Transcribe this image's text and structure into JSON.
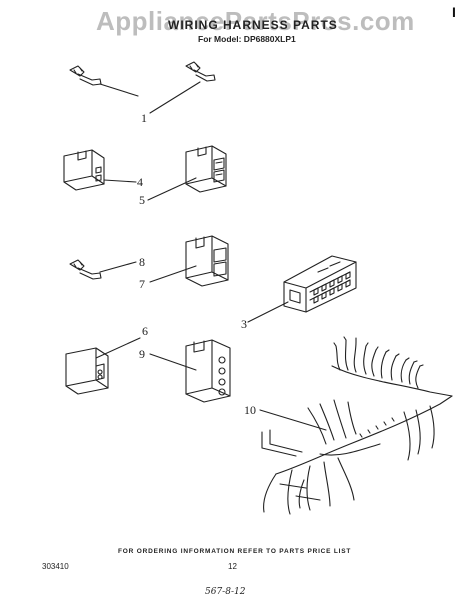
{
  "header": {
    "watermark": "AppliancePartsPros.com",
    "title": "WIRING HARNESS PARTS",
    "subtitle": "For Model: DP6880XLP1",
    "corner_mark": "I"
  },
  "callouts": [
    {
      "id": "part-1",
      "label": "1"
    },
    {
      "id": "part-4",
      "label": "4"
    },
    {
      "id": "part-5",
      "label": "5"
    },
    {
      "id": "part-8",
      "label": "8"
    },
    {
      "id": "part-7",
      "label": "7"
    },
    {
      "id": "part-3",
      "label": "3"
    },
    {
      "id": "part-6",
      "label": "6"
    },
    {
      "id": "part-9",
      "label": "9"
    },
    {
      "id": "part-10",
      "label": "10"
    }
  ],
  "footer": {
    "ordering_info": "FOR ORDERING INFORMATION REFER TO PARTS PRICE LIST",
    "doc_number": "303410",
    "page_number": "12",
    "handwritten_note": "567-8-12"
  }
}
